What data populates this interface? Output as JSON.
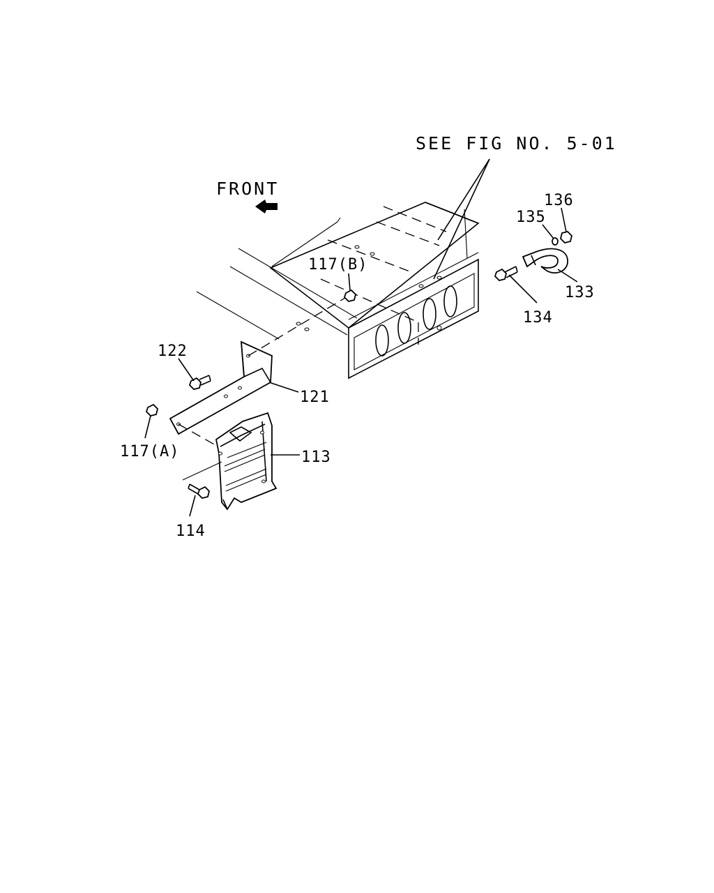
{
  "diagram": {
    "reference_note": "SEE FIG NO. 5-01",
    "direction_label": "FRONT",
    "callouts": {
      "p136": "136",
      "p135": "135",
      "p133": "133",
      "p134": "134",
      "p117b": "117(B)",
      "p122": "122",
      "p121": "121",
      "p117a": "117(A)",
      "p113": "113",
      "p114": "114"
    }
  }
}
